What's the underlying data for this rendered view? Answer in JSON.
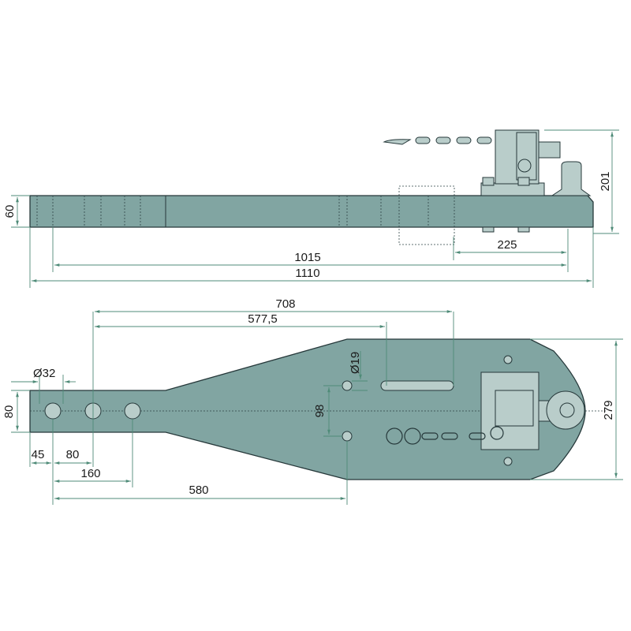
{
  "title": "Drawbar technical drawing",
  "side_view": {
    "dimensions": {
      "height_bar": "60",
      "height_total": "201",
      "hitch_offset": "225",
      "length_1015": "1015",
      "length_total": "1110"
    }
  },
  "top_view": {
    "dimensions": {
      "hole_diameter": "Ø32",
      "width_end": "80",
      "first_hole": "45",
      "hole_pitch": "80",
      "third_hole": "160",
      "to_mount_holes": "580",
      "to_slot_end": "708",
      "to_slot_start": "577,5",
      "mount_hole_diameter": "Ø19",
      "mount_hole_spacing": "98",
      "width_total": "279"
    }
  },
  "colors": {
    "plate": "#81a5a2",
    "dimension": "#4f8b78"
  }
}
